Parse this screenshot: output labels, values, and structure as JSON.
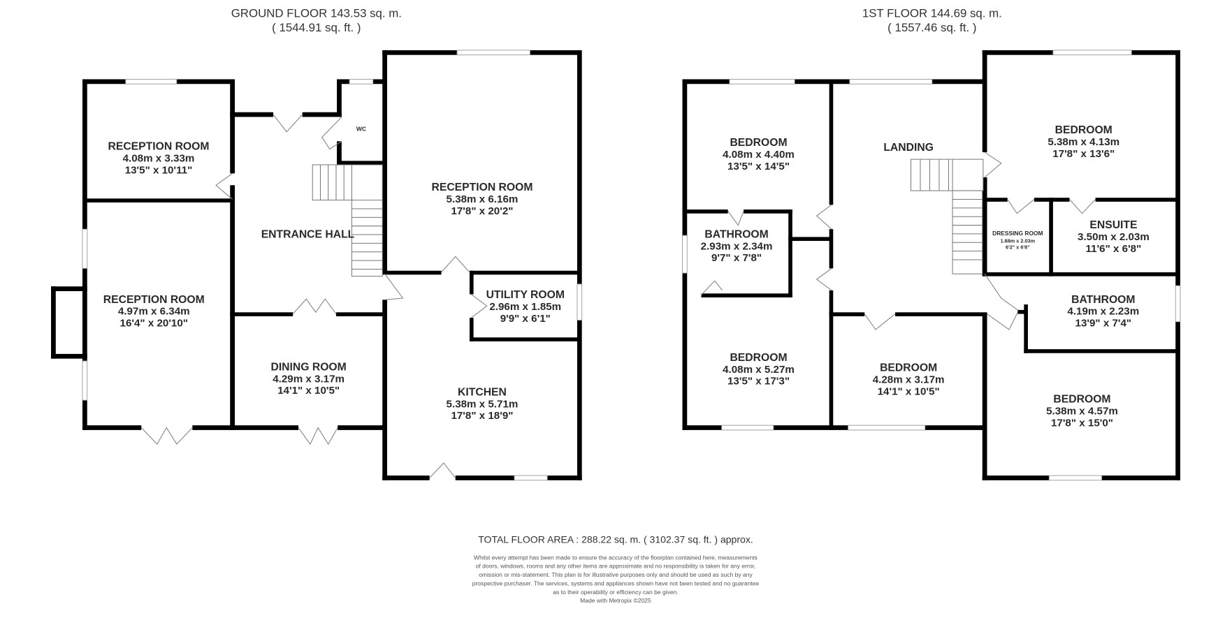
{
  "ground_floor": {
    "title": "GROUND FLOOR 143.53 sq. m.",
    "subtitle": "( 1544.91 sq. ft. )",
    "rooms": [
      {
        "name": "RECEPTION ROOM",
        "metric": "4.08m x 3.33m",
        "imperial": "13'5\" x 10'11\""
      },
      {
        "name": "RECEPTION ROOM",
        "metric": "4.97m x 6.34m",
        "imperial": "16'4\" x 20'10\""
      },
      {
        "name": "ENTRANCE HALL",
        "metric": "",
        "imperial": ""
      },
      {
        "name": "WC",
        "metric": "",
        "imperial": ""
      },
      {
        "name": "RECEPTION ROOM",
        "metric": "5.38m x 6.16m",
        "imperial": "17'8\" x 20'2\""
      },
      {
        "name": "UTILITY ROOM",
        "metric": "2.96m x 1.85m",
        "imperial": "9'9\" x 6'1\""
      },
      {
        "name": "DINING ROOM",
        "metric": "4.29m x 3.17m",
        "imperial": "14'1\" x 10'5\""
      },
      {
        "name": "KITCHEN",
        "metric": "5.38m x 5.71m",
        "imperial": "17'8\" x 18'9\""
      }
    ]
  },
  "first_floor": {
    "title": "1ST FLOOR 144.69 sq. m.",
    "subtitle": "( 1557.46 sq. ft. )",
    "rooms": [
      {
        "name": "BEDROOM",
        "metric": "4.08m x 4.40m",
        "imperial": "13'5\" x 14'5\""
      },
      {
        "name": "LANDING",
        "metric": "",
        "imperial": ""
      },
      {
        "name": "BEDROOM",
        "metric": "5.38m x 4.13m",
        "imperial": "17'8\" x 13'6\""
      },
      {
        "name": "BATHROOM",
        "metric": "2.93m x 2.34m",
        "imperial": "9'7\" x 7'8\""
      },
      {
        "name": "DRESSING ROOM",
        "metric": "1.88m x 2.03m",
        "imperial": "6'2\" x 6'8\""
      },
      {
        "name": "ENSUITE",
        "metric": "3.50m x 2.03m",
        "imperial": "11'6\" x 6'8\""
      },
      {
        "name": "BATHROOM",
        "metric": "4.19m x 2.23m",
        "imperial": "13'9\" x 7'4\""
      },
      {
        "name": "BEDROOM",
        "metric": "4.08m x 5.27m",
        "imperial": "13'5\" x 17'3\""
      },
      {
        "name": "BEDROOM",
        "metric": "4.28m x 3.17m",
        "imperial": "14'1\" x 10'5\""
      },
      {
        "name": "BEDROOM",
        "metric": "5.38m x 4.57m",
        "imperial": "17'8\" x 15'0\""
      }
    ]
  },
  "footer": {
    "total": "TOTAL FLOOR AREA : 288.22 sq. m. ( 3102.37 sq. ft. ) approx.",
    "disclaimer": [
      "Whilst every attempt has been made to ensure the accuracy of the floorplan contained here, measurements",
      "of doors, windows, rooms and any other items are approximate and no responsibility is taken for any error,",
      "omission or mis-statement. This plan is for illustrative purposes only and should be used as such by any",
      "prospective purchaser. The services, systems and appliances shown have not been tested and no guarantee",
      "as to their operability or efficiency can be given."
    ],
    "credit": "Made with Metropix ©2025"
  },
  "colors": {
    "wall": "#000000",
    "text": "#2a2a2a",
    "background": "#ffffff"
  }
}
